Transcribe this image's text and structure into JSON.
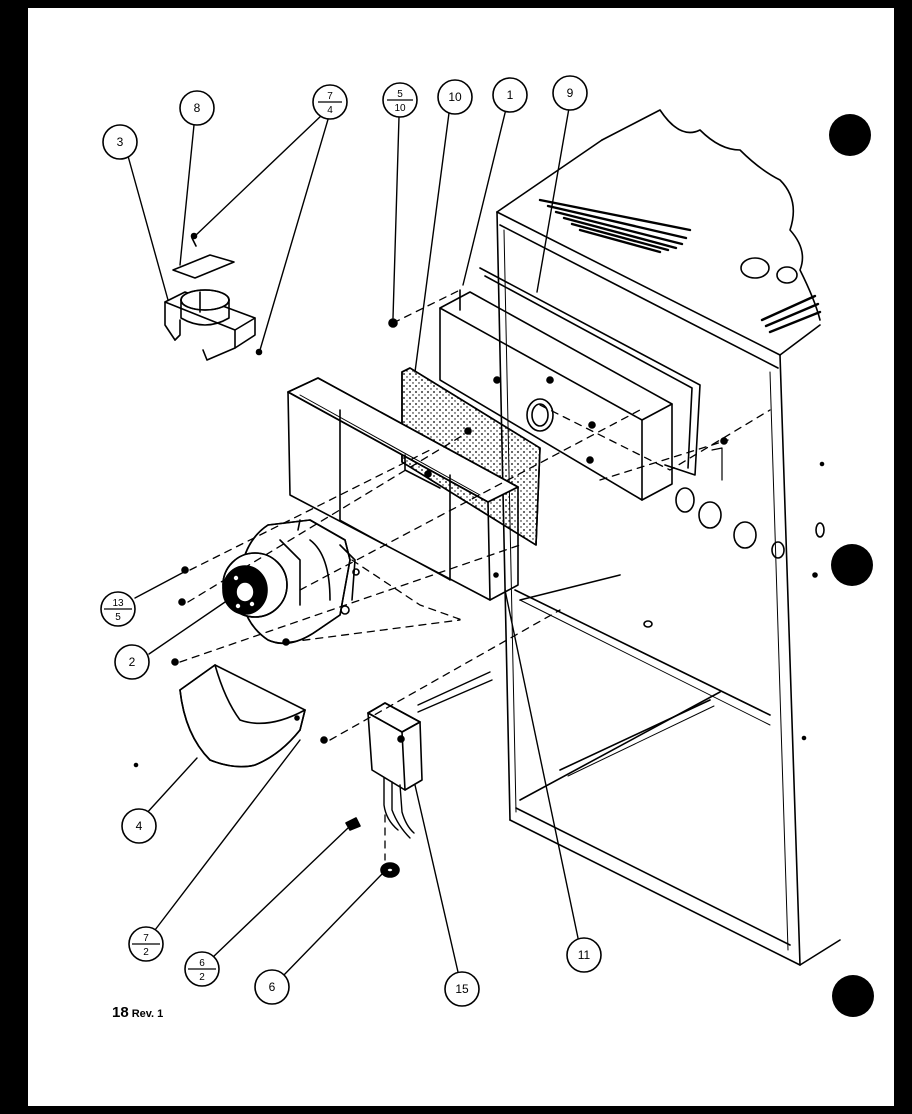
{
  "document": {
    "page_ref": "18",
    "revision": "Rev. 1",
    "colors": {
      "paper": "#ffffff",
      "ink": "#000000",
      "border": "#000000"
    }
  },
  "callouts": [
    {
      "id": "c-3",
      "label": "3"
    },
    {
      "id": "c-8",
      "label": "8"
    },
    {
      "id": "c-7-4",
      "top": "7",
      "bottom": "4"
    },
    {
      "id": "c-5-10",
      "top": "5",
      "bottom": "10"
    },
    {
      "id": "c-10",
      "label": "10"
    },
    {
      "id": "c-1",
      "label": "1"
    },
    {
      "id": "c-9",
      "label": "9"
    },
    {
      "id": "c-13-5",
      "top": "13",
      "bottom": "5"
    },
    {
      "id": "c-2",
      "label": "2"
    },
    {
      "id": "c-4",
      "label": "4"
    },
    {
      "id": "c-7-2",
      "top": "7",
      "bottom": "2"
    },
    {
      "id": "c-6-2",
      "top": "6",
      "bottom": "2"
    },
    {
      "id": "c-6",
      "label": "6"
    },
    {
      "id": "c-15",
      "label": "15"
    },
    {
      "id": "c-11",
      "label": "11"
    }
  ]
}
